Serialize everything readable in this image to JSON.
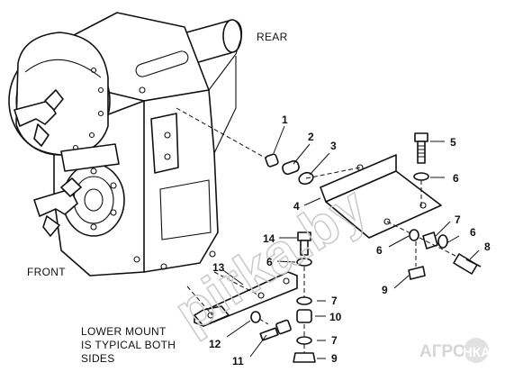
{
  "labels": {
    "rear": "REAR",
    "front": "FRONT",
    "lower_mount_line1": "LOWER MOUNT",
    "lower_mount_line2": "IS TYPICAL BOTH",
    "lower_mount_line3": "SIDES"
  },
  "callouts": {
    "c1": "1",
    "c2": "2",
    "c3": "3",
    "c4": "4",
    "c5": "5",
    "c6a": "6",
    "c6b": "6",
    "c6c": "6",
    "c6d": "6",
    "c7a": "7",
    "c7b": "7",
    "c7c": "7",
    "c8": "8",
    "c9a": "9",
    "c9b": "9",
    "c10": "10",
    "c11": "11",
    "c12": "12",
    "c13": "13",
    "c14": "14"
  },
  "watermark": {
    "site": "pirka.by",
    "brand_left": "АГРО",
    "brand_right": "НКА"
  }
}
